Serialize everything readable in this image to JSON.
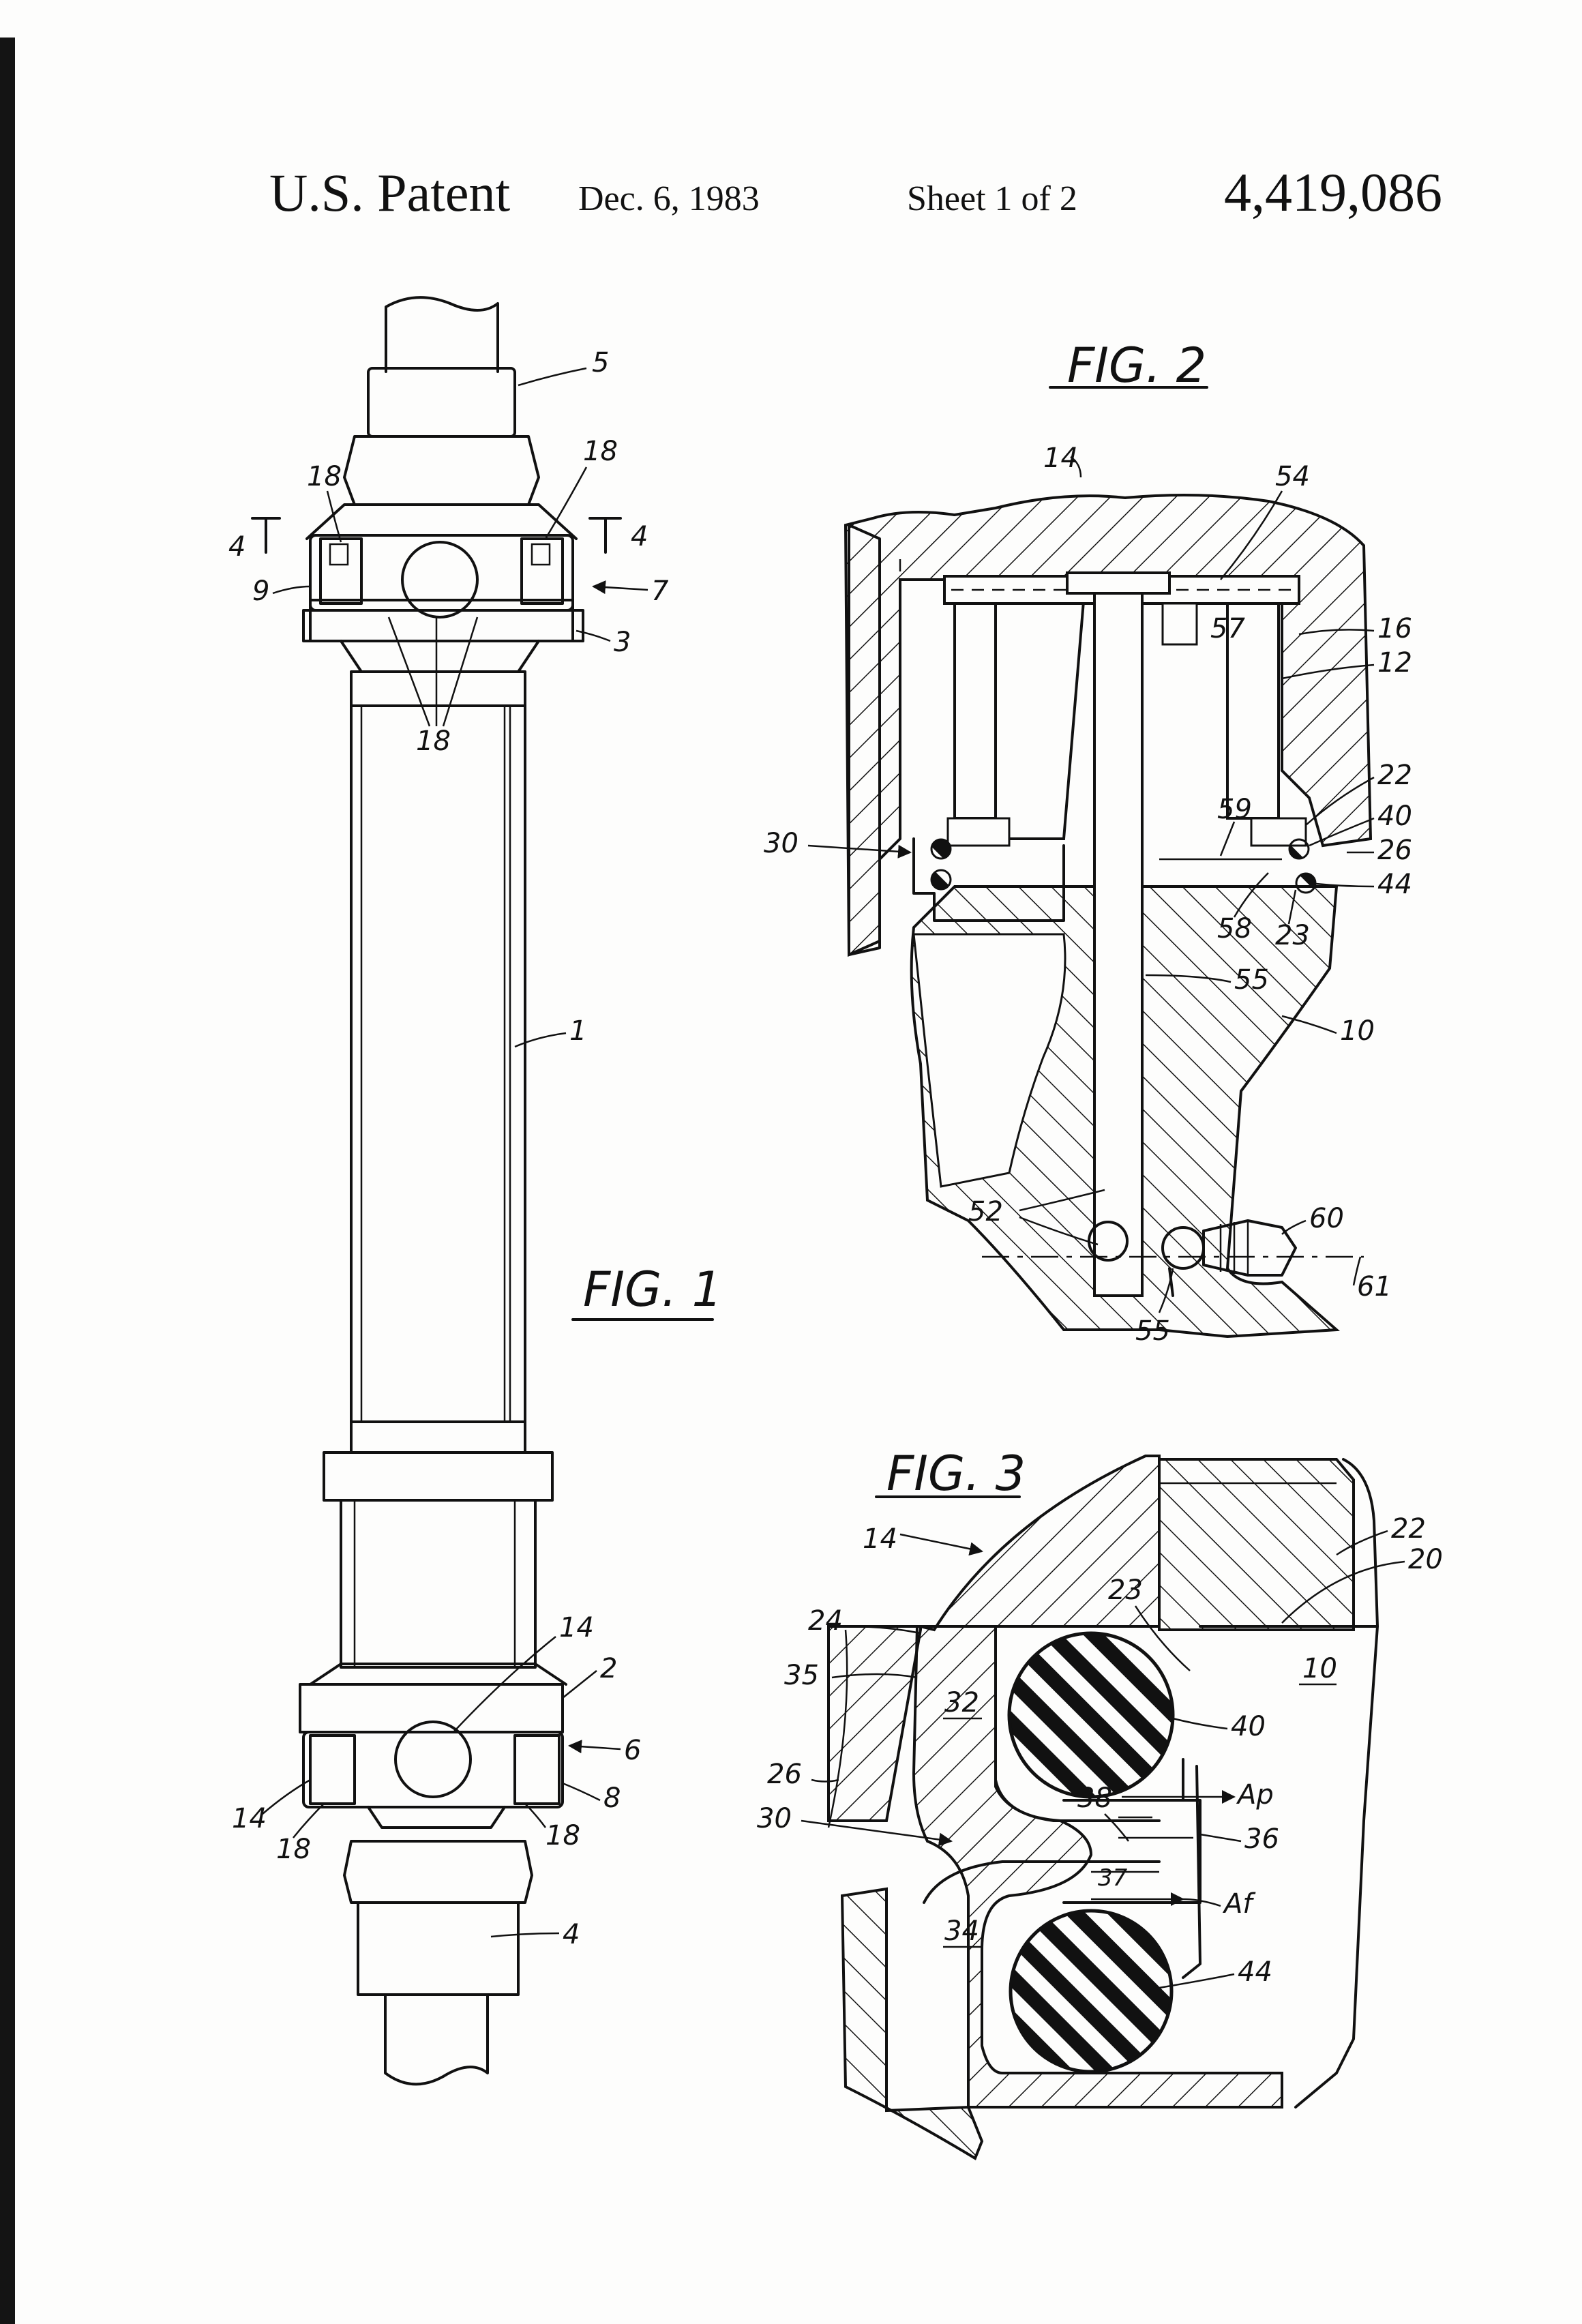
{
  "header": {
    "title": "U.S. Patent",
    "date": "Dec. 6, 1983",
    "sheet": "Sheet 1 of 2",
    "patent_number": "4,419,086"
  },
  "figures": [
    {
      "label": "FIG. 1",
      "reference_numerals": [
        "5",
        "18",
        "18",
        "4",
        "4",
        "9",
        "7",
        "3",
        "18",
        "1",
        "14",
        "2",
        "6",
        "14",
        "8",
        "18",
        "18",
        "4"
      ]
    },
    {
      "label": "FIG. 2",
      "reference_numerals": [
        "14",
        "54",
        "57",
        "16",
        "12",
        "22",
        "59",
        "40",
        "26",
        "30",
        "44",
        "58",
        "23",
        "55",
        "10",
        "52",
        "60",
        "61",
        "55"
      ]
    },
    {
      "label": "FIG. 3",
      "reference_numerals": [
        "14",
        "22",
        "20",
        "23",
        "24",
        "10",
        "35",
        "32",
        "40",
        "26",
        "38",
        "Ap",
        "36",
        "30",
        "37",
        "Af",
        "34",
        "44"
      ]
    }
  ],
  "colors": {
    "ink": "#111111",
    "paper": "#fdfdfc",
    "edge_bar": "#141414"
  }
}
